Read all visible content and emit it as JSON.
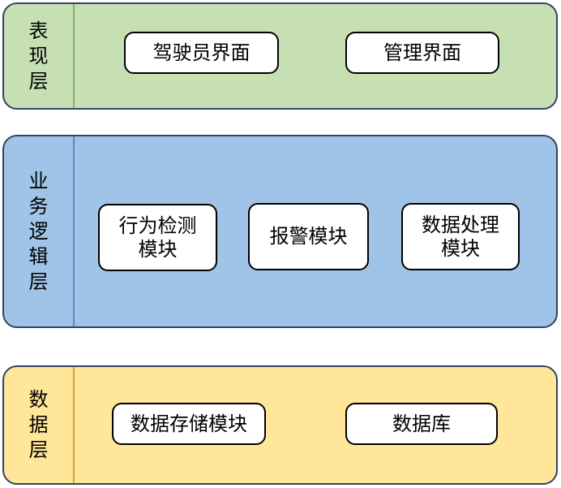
{
  "layers": [
    {
      "label": "表现层",
      "nodes": [
        "驾驶员界面",
        "管理界面"
      ]
    },
    {
      "label": "业务逻辑层",
      "nodes": [
        "行为检测\n模块",
        "报警模块",
        "数据处理\n模块"
      ]
    },
    {
      "label": "数据层",
      "nodes": [
        "数据存储模块",
        "数据库"
      ]
    }
  ],
  "colors": {
    "layer1_fill": "#c6e0b4",
    "layer1_divider": "#84b361",
    "layer2_fill": "#a0c4e7",
    "layer2_divider": "#5e87c5",
    "layer3_fill": "#ffe699",
    "layer3_divider": "#cfa53d",
    "band_border": "#314362",
    "node_fill": "#ffffff",
    "node_border": "#000000",
    "text": "#000000",
    "background": "#ffffff"
  }
}
